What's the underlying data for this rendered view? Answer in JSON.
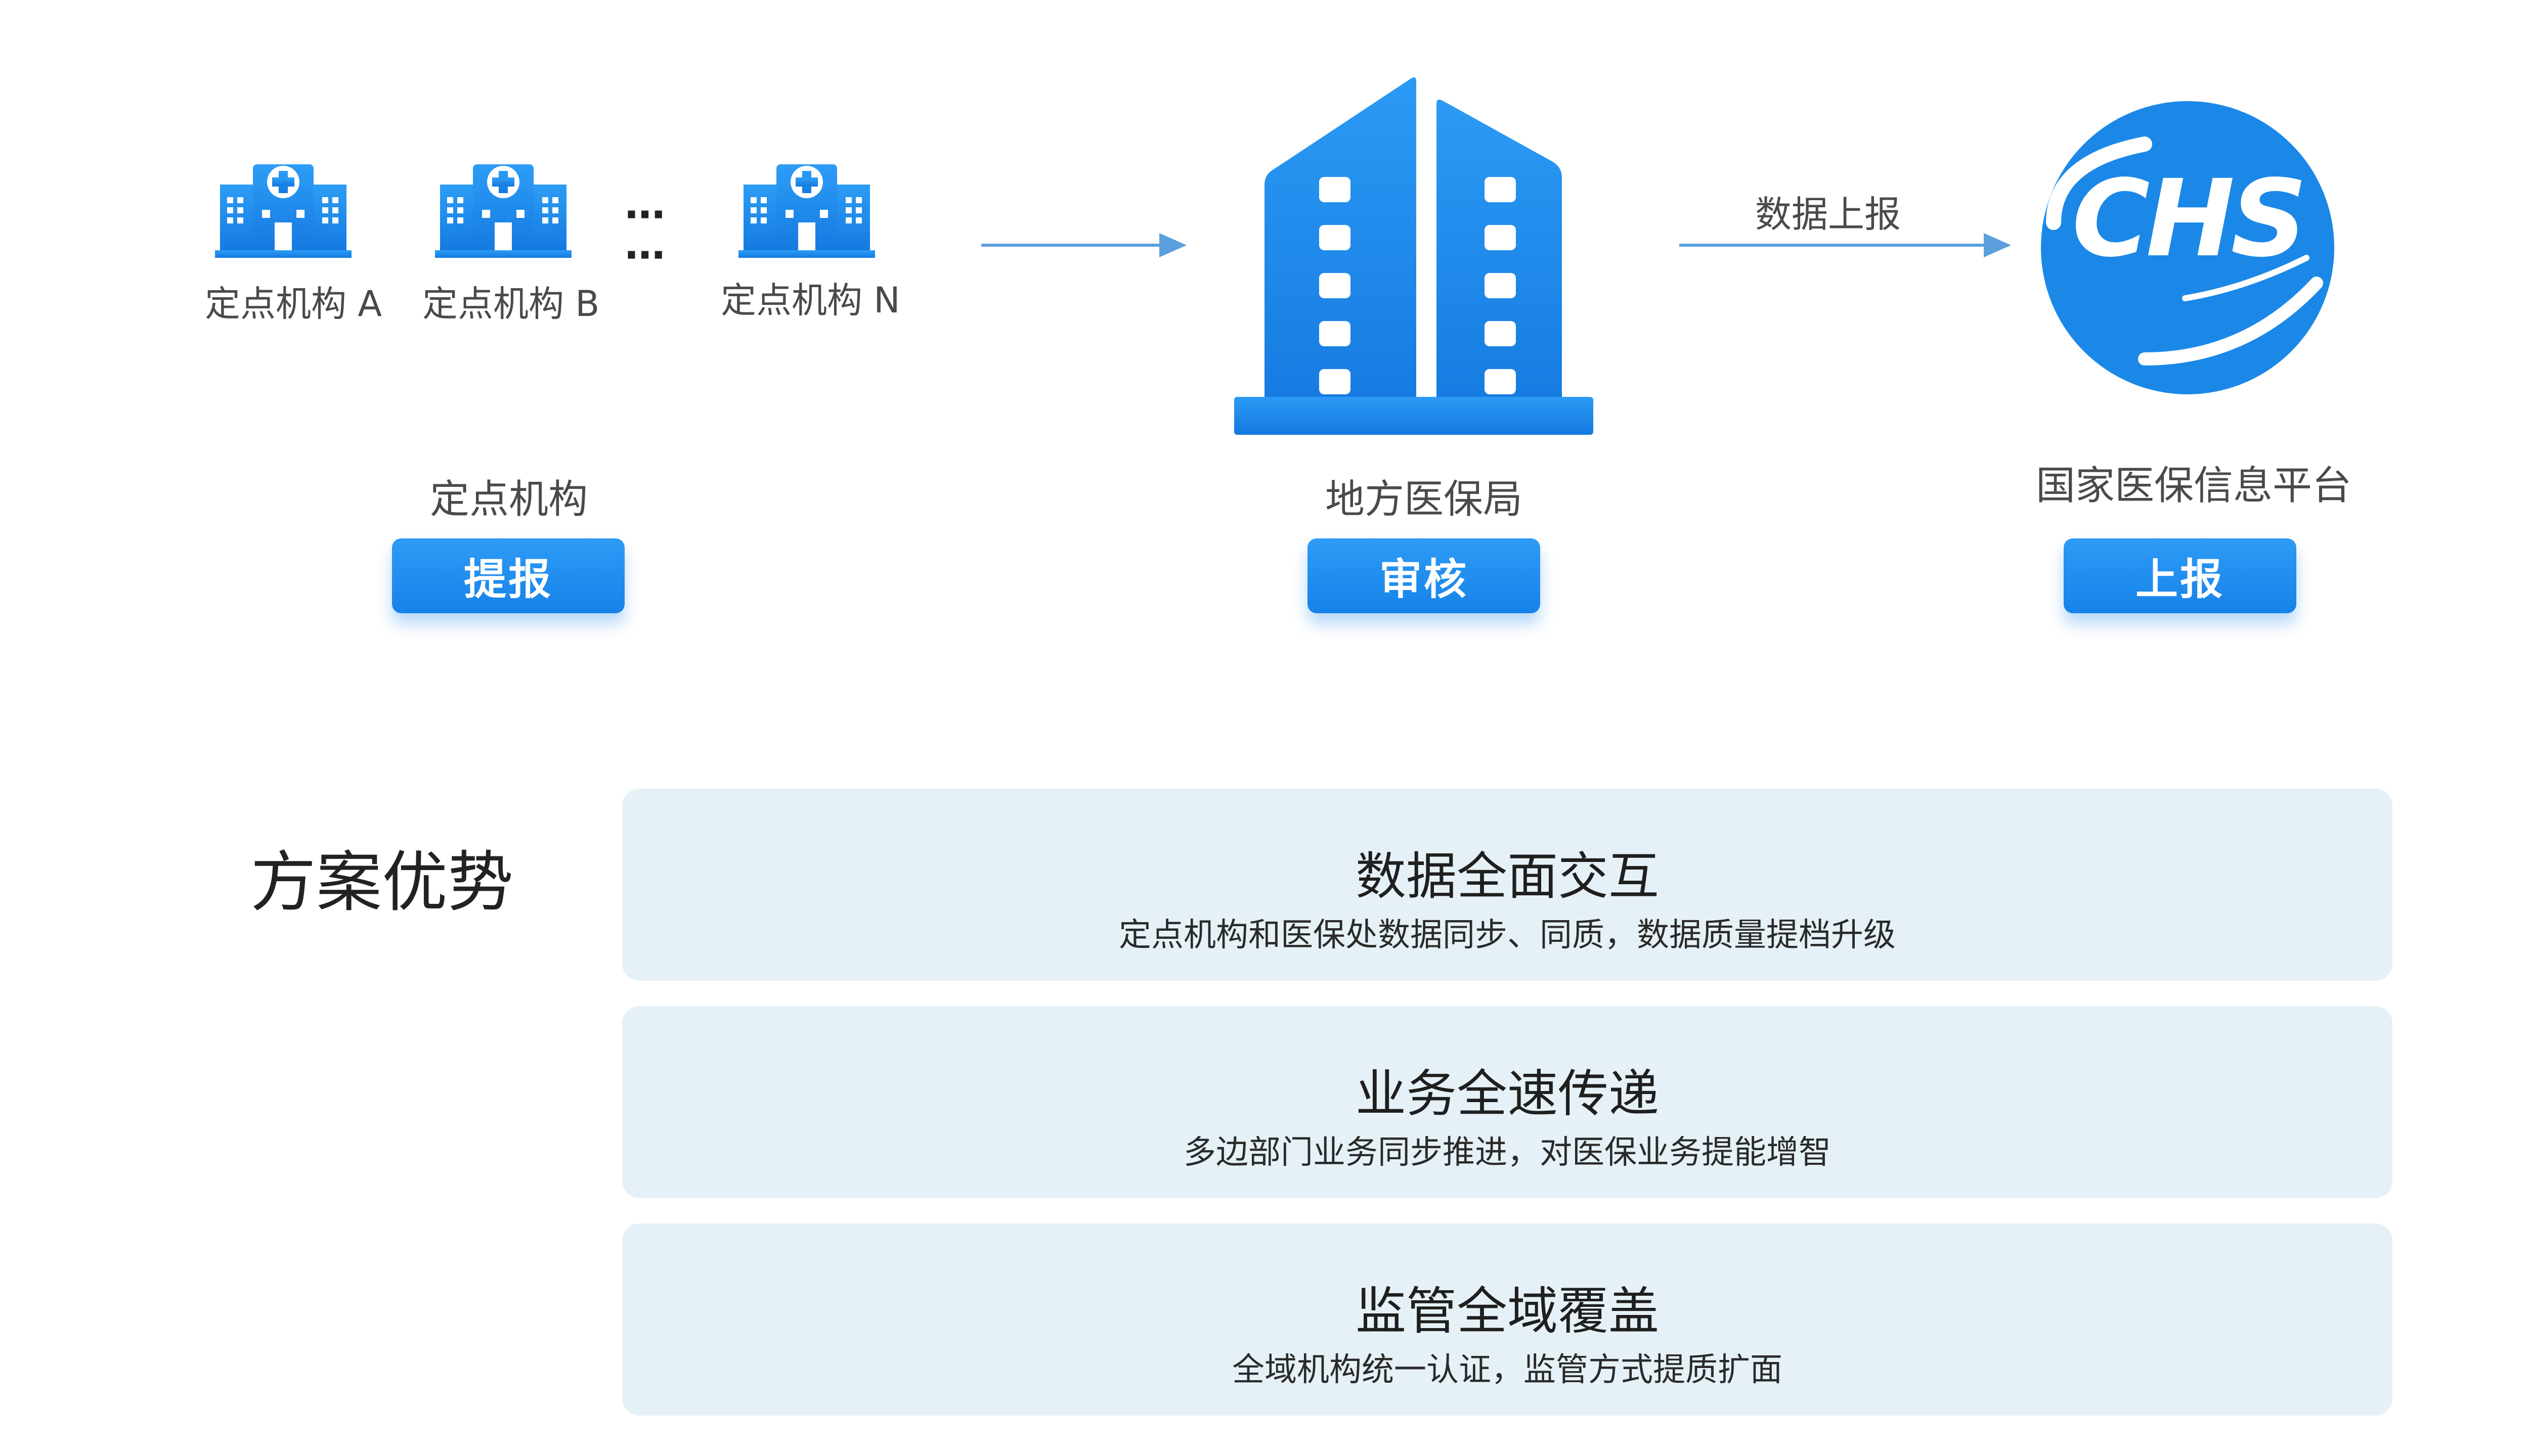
{
  "flow": {
    "institutions": [
      {
        "label": "定点机构 A",
        "icon": "hospital-icon"
      },
      {
        "label": "定点机构 B",
        "icon": "hospital-icon"
      },
      {
        "label": "定点机构 N",
        "icon": "hospital-icon"
      }
    ],
    "ellipsis": "⋯\n⋯",
    "stages": [
      {
        "label": "定点机构",
        "action": "提报"
      },
      {
        "label": "地方医保局",
        "action": "审核"
      },
      {
        "label": "国家医保信息平台",
        "action": "上报"
      }
    ],
    "arrow_label": "数据上报",
    "building_icon": "office-building-icon",
    "logo_text": "CHS"
  },
  "advantages": {
    "title": "方案优势",
    "cards": [
      {
        "title": "数据全面交互",
        "desc": "定点机构和医保处数据同步、同质，数据质量提档升级"
      },
      {
        "title": "业务全速传递",
        "desc": "多边部门业务同步推进，对医保业务提能增智"
      },
      {
        "title": "监管全域覆盖",
        "desc": "全域机构统一认证，监管方式提质扩面"
      }
    ]
  },
  "colors": {
    "primary": "#1a88ee",
    "card_bg": "#e6f1f7",
    "arrow": "#5b9fdc"
  }
}
